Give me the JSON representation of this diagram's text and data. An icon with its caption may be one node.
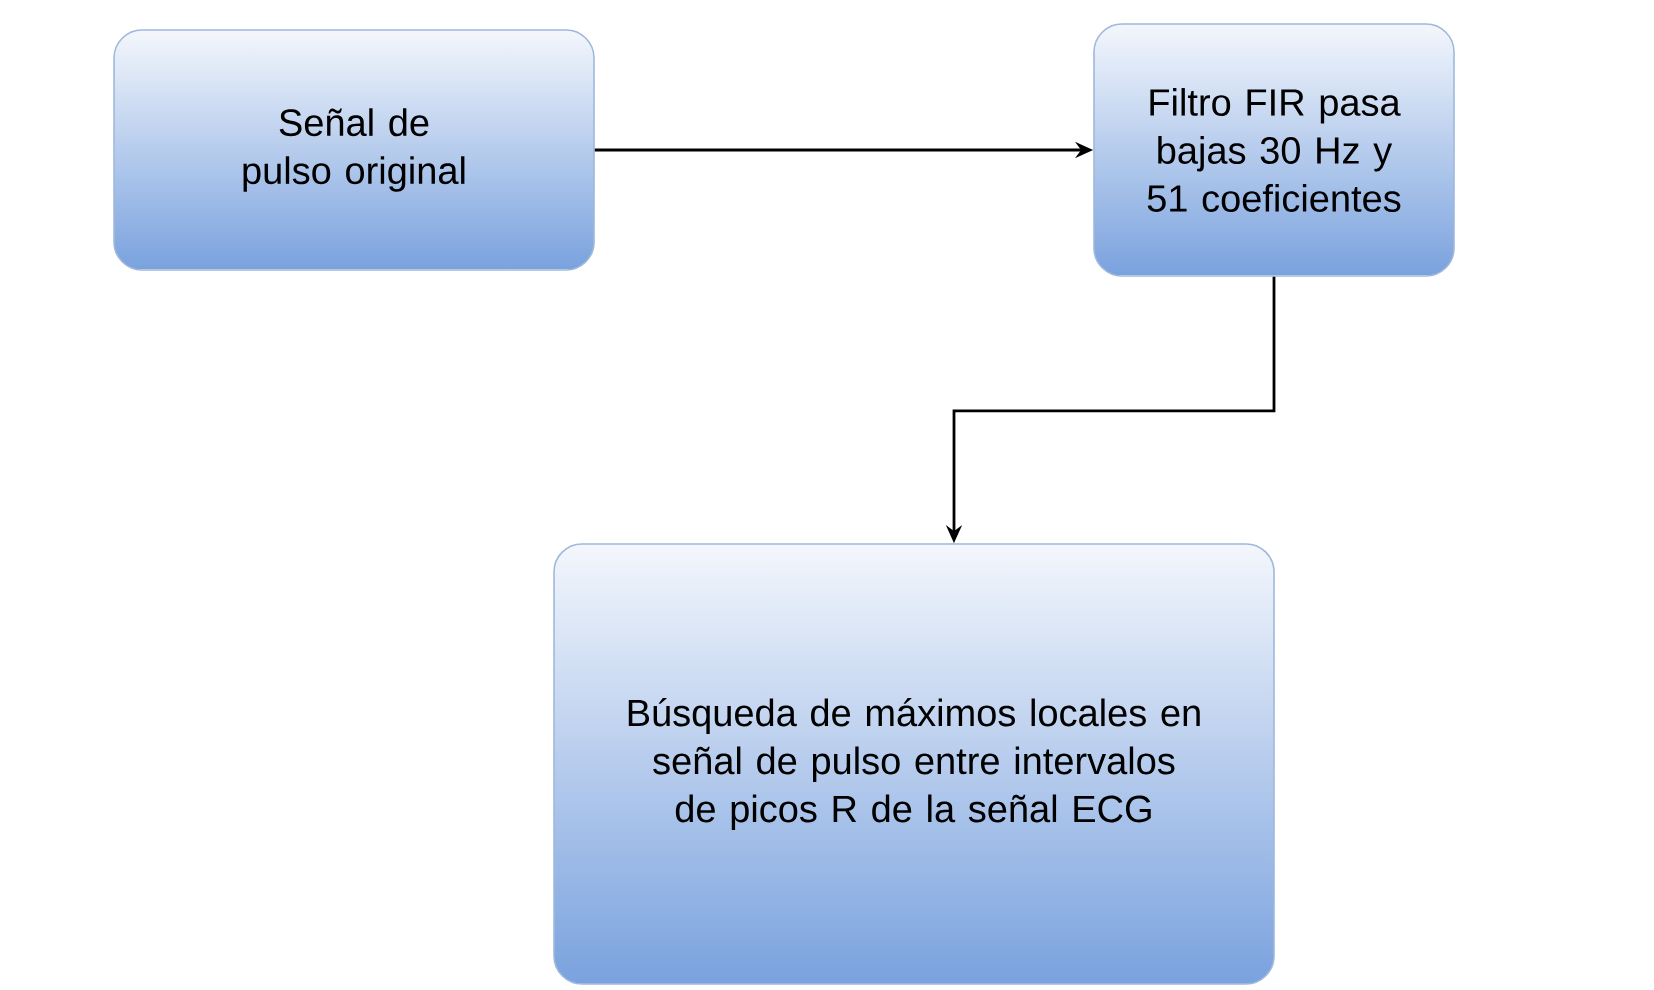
{
  "diagram": {
    "nodes": [
      {
        "text": [
          "Señal de pulso original"
        ]
      },
      {
        "text": [
          "Filtro FIR pasa bajas 30 Hz y 51 coeficientes"
        ]
      },
      {
        "text": [
          "Búsqueda de máximos locales en señal de pulso entre intervalos de picos R de la señal ECG"
        ]
      }
    ],
    "edges": [
      {
        "from": 0,
        "to": 1,
        "arrow": "to"
      },
      {
        "from": 1,
        "to": 2,
        "arrow": "to"
      }
    ]
  }
}
